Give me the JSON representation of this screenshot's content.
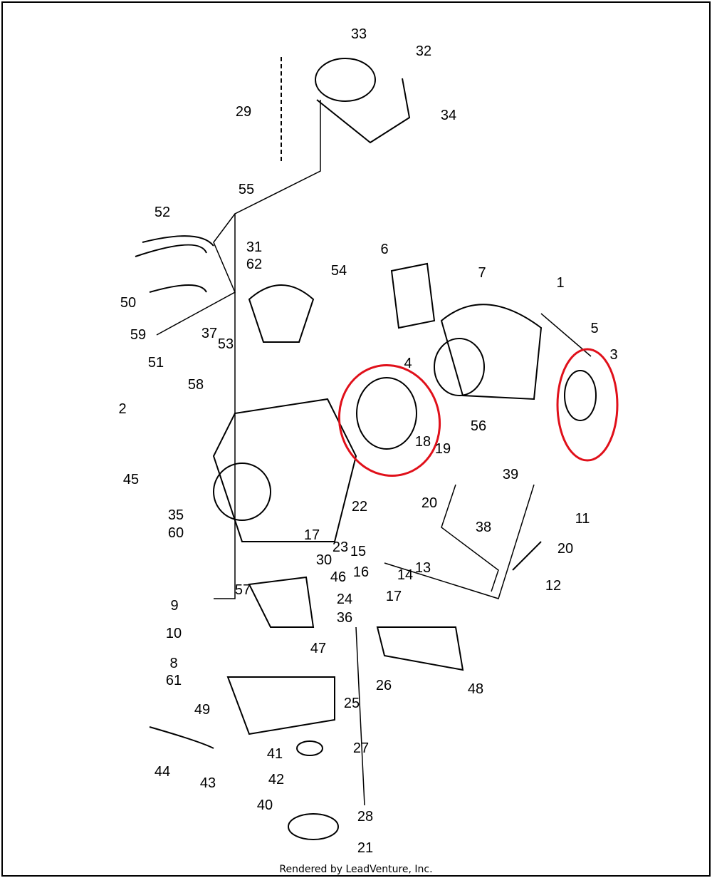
{
  "diagram": {
    "labels": [
      "33",
      "32",
      "29",
      "34",
      "55",
      "52",
      "31",
      "62",
      "54",
      "6",
      "7",
      "1",
      "50",
      "59",
      "37",
      "53",
      "51",
      "5",
      "3",
      "4",
      "58",
      "2",
      "56",
      "18",
      "19",
      "45",
      "39",
      "20",
      "22",
      "11",
      "35",
      "60",
      "38",
      "17",
      "23",
      "15",
      "20",
      "30",
      "16",
      "14",
      "13",
      "46",
      "17",
      "12",
      "57",
      "9",
      "24",
      "36",
      "10",
      "47",
      "8",
      "61",
      "26",
      "48",
      "25",
      "49",
      "27",
      "41",
      "44",
      "42",
      "43",
      "40",
      "28",
      "21"
    ],
    "highlight_color": "#e0101a",
    "highlighted_parts": [
      "4",
      "3"
    ]
  },
  "footer": "Rendered by LeadVenture, Inc."
}
